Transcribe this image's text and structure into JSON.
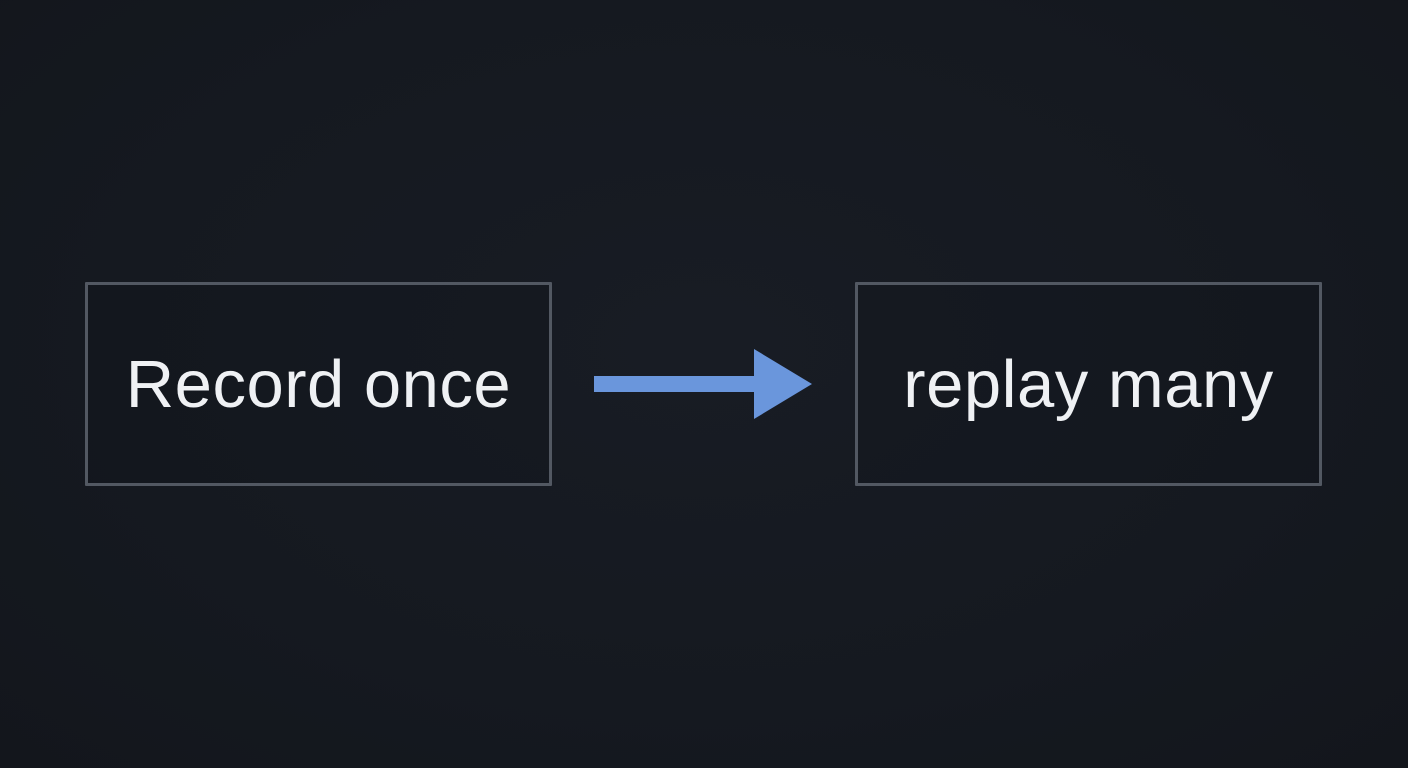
{
  "slide": {
    "background_color": "#161a21",
    "diagram": {
      "nodes": [
        {
          "id": "record-once",
          "label": "Record once"
        },
        {
          "id": "replay-many",
          "label": "replay many"
        }
      ],
      "connector": {
        "type": "arrow",
        "direction": "right",
        "from": "record-once",
        "to": "replay-many",
        "color": "#6a96dc"
      },
      "colors": {
        "box_border": "#525862",
        "box_fill": "transparent",
        "text": "#eff1f4",
        "arrow": "#6a96dc"
      }
    }
  }
}
